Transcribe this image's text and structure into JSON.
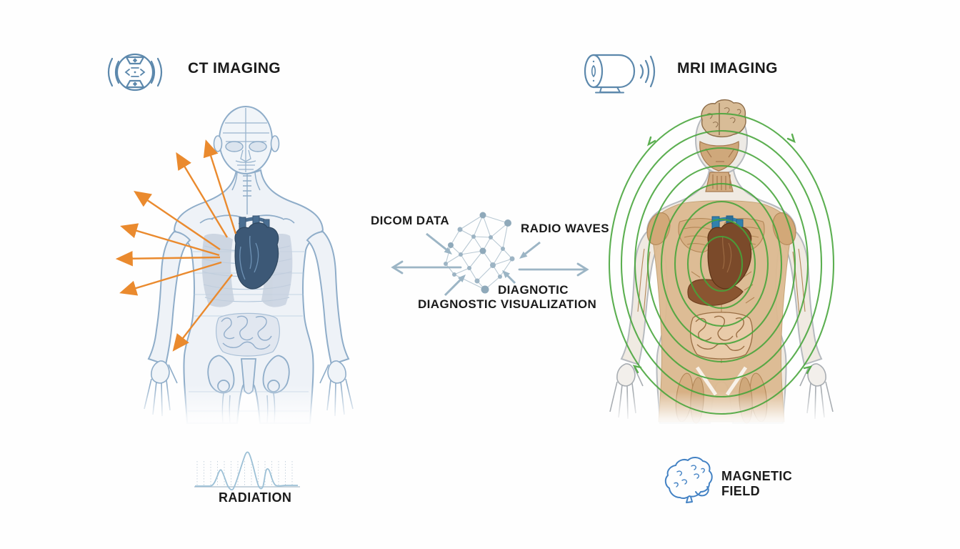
{
  "diagram": {
    "ct": {
      "title": "CT IMAGING",
      "caption": "RADIATION"
    },
    "mri": {
      "title": "MRI IMAGING",
      "caption_line1": "MAGNETIC",
      "caption_line2": "FIELD"
    },
    "center": {
      "top_left_label": "DICOM DATA",
      "top_right_label": "RADIO WAVES",
      "mid_label": "DIAGNOTIC",
      "bottom_label": "DIAGNOSTIC VISUALIZATION"
    },
    "colors": {
      "xray_blue": "#8fadc9",
      "heart_blue": "#3c5876",
      "radiation_orange": "#ea8a2e",
      "field_green": "#46a53a",
      "arrow_gray": "#9cb5c5",
      "icon_blue": "#5c88ac",
      "muscle_tan": "#ddbb92",
      "heart_brown": "#7b4a2a",
      "text": "#1b1b1b"
    }
  }
}
